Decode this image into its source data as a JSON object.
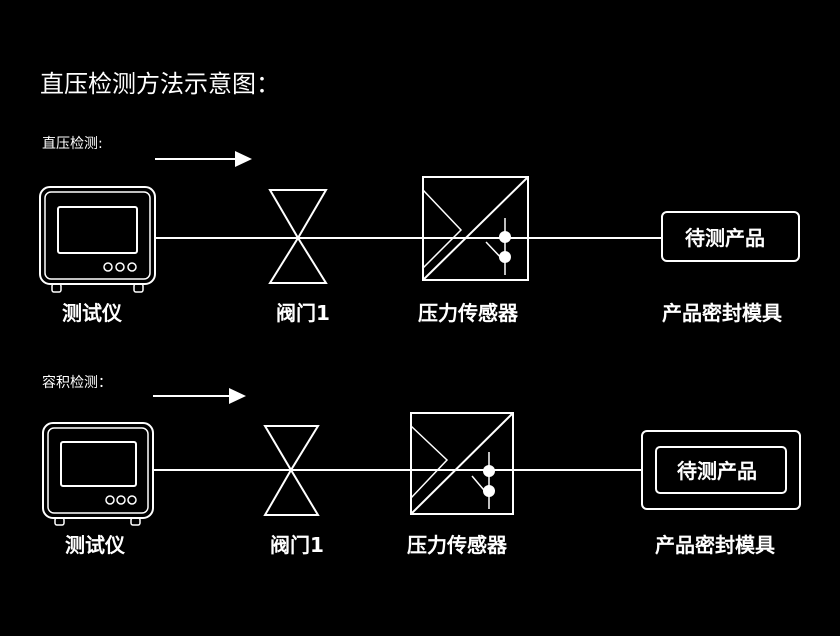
{
  "title": "直压检测方法示意图：",
  "sections": [
    {
      "subtitle": "直压检测:",
      "tester_label": "测试仪",
      "valve_label": "阀门1",
      "sensor_label": "压力传感器",
      "product_label": "待测产品",
      "mold_label": "产品密封模具"
    },
    {
      "subtitle": "容积检测：",
      "tester_label": "测试仪",
      "valve_label": "阀门1",
      "sensor_label": "压力传感器",
      "product_label": "待测产品",
      "mold_label": "产品密封模具"
    }
  ],
  "colors": {
    "background": "#000000",
    "foreground": "#ffffff"
  }
}
